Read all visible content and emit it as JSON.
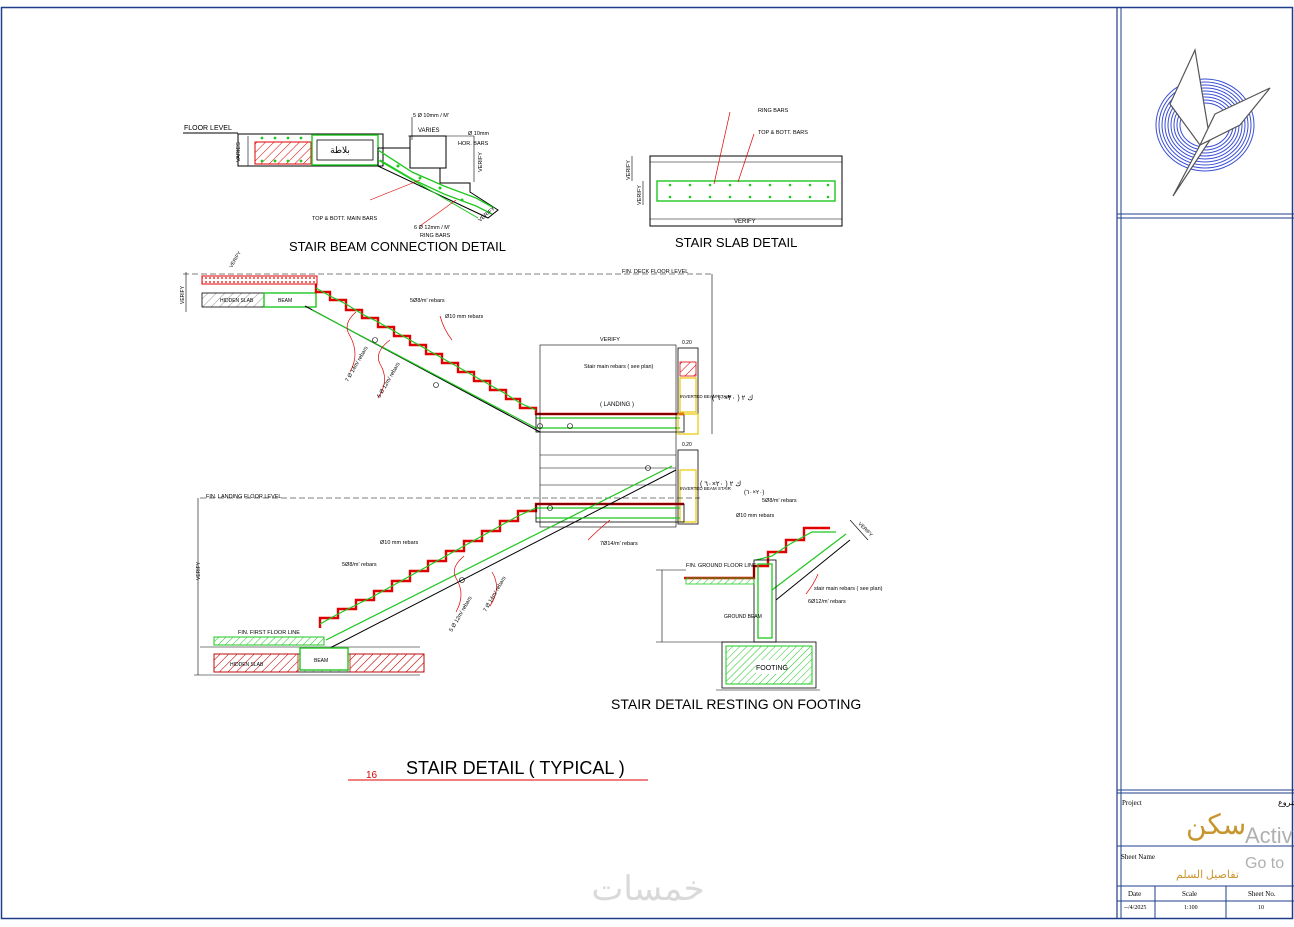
{
  "sheet": {
    "border_color": "#1f3d8a",
    "line_color": "#000000",
    "accent_red": "#e00000",
    "accent_green": "#1ec81e",
    "title_red": "#e00000"
  },
  "main_title": "STAIR DETAIL ( TYPICAL )",
  "main_title_number": "16",
  "beam_connection": {
    "title": "STAIR BEAM CONNECTION DETAIL",
    "labels": {
      "floor_level": "FLOOR LEVEL",
      "varies_top": "VARIES",
      "varies_side": "VARIES",
      "bars_top": "5 Ø 10mm / M'",
      "dia_10": "Ø 10mm",
      "hor_bars": "HOR. BARS",
      "verify_side": "VERIFY",
      "verify_diag": "VERIFY",
      "top_bott_main": "TOP & BOTT. MAIN BARS",
      "bars_bottom": "6 Ø 12mm / M'",
      "ring_bars": "RING BARS",
      "slab_arabic": "بلاطة"
    }
  },
  "slab_detail": {
    "title": "STAIR SLAB DETAIL",
    "labels": {
      "ring_bars": "RING BARS",
      "top_bott_bars": "TOP & BOTT. BARS",
      "verify_left_1": "VERIFY",
      "verify_left_2": "VERIFY",
      "verify_bottom": "VERIFY"
    }
  },
  "typical": {
    "labels": {
      "fin_deck_level": "FIN. DECK FLOOR LEVEL",
      "verify_top": "VERIFY",
      "hidden_slab": "HIDDEN SLAB",
      "beam_top": "BEAM",
      "rebars_508": "5Ø8/m' rebars",
      "rebars_010": "Ø10 mm rebars",
      "rebars_7014": "7 Ø 14m/ rebars",
      "rebars_5012": "5 Ø 12m/ rebars",
      "verify_landing": "VERIFY",
      "stair_main_rebars": "Stair main rebars ( see plan)",
      "landing": "( LANDING )",
      "dim_020_a": "0.20",
      "dim_020_b": "0.20",
      "inverted_beam_a": "INVERTED BEAM STAIR",
      "inverted_beam_b": "INVERTED BEAM STAIR",
      "beam_tag_a": "ك ٢ ( ٢٠×٦٠ )",
      "beam_tag_b": "ك ٢ ( ٢٠×٦٠ )",
      "fin_landing_level": "FIN. LANDING FLOOR LEVEL",
      "rebars_010_low": "Ø10 mm rebars",
      "rebars_508_low": "5Ø8/m' rebars",
      "rebars_7014_low": "7Ø14/m' rebars",
      "rebars_5012_low": "5 Ø 12m/ rebars",
      "rebars_7014_diag": "7 Ø 14m/ rebars",
      "fin_first_floor": "FIN. FIRST FLOOR LINE",
      "hidden_slab_low": "HIDDEN SLAB",
      "beam_low": "BEAM",
      "dim_upper": "VERIFY",
      "dim_lower": "VERIFY"
    }
  },
  "footing_detail": {
    "title": "STAIR DETAIL RESTING ON FOOTING",
    "labels": {
      "top_tag": "(٢٠×٦٠)",
      "rebars_508": "5Ø8/m' rebars",
      "rebars_010": "Ø10 mm rebars",
      "verify": "VERIFY",
      "fin_ground": "FIN. GROUND FLOOR LINE",
      "stair_main_rebars": "stair main rebars ( see plan)",
      "rebars_612": "6Ø12/m' rebars",
      "ground_beam": "GROUND BEAM",
      "footing": "FOOTING"
    }
  },
  "title_block": {
    "project_label": "Project",
    "project_label_ar": "شروع",
    "project_name": "سكن",
    "sheet_name_label": "Sheet Name",
    "sheet_name": "تفاصيل السلم",
    "date_label": "Date",
    "scale_label": "Scale",
    "sheet_no_label": "Sheet No.",
    "date_value": "--/4/2025",
    "scale_value": "1:100",
    "sheet_no_value": "10",
    "project_color": "#c8962e",
    "sheet_name_color": "#c8962e"
  },
  "overlays": {
    "activate_1": "Activ",
    "activate_2": "Go to",
    "watermark": "خمسات"
  }
}
